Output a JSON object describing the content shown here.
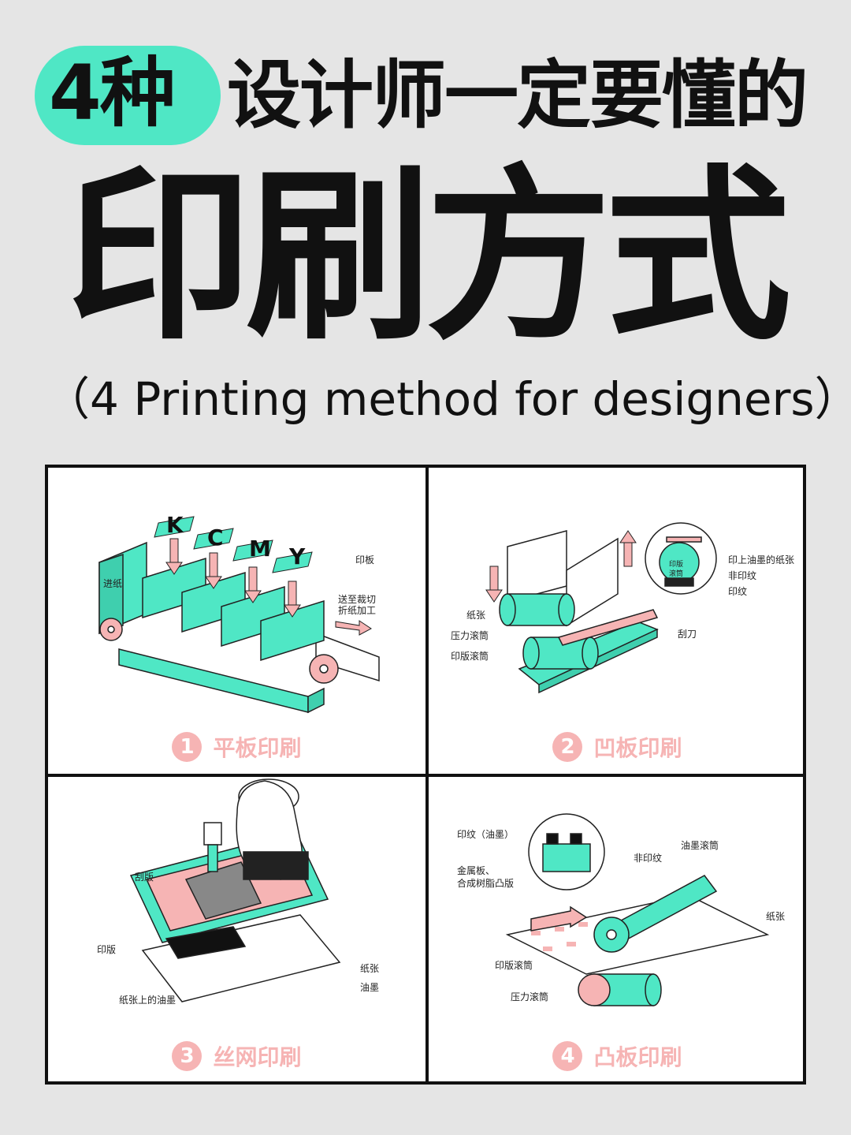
{
  "header": {
    "pill_text": "4种",
    "line1": "设计师一定要懂的",
    "main_title": "印刷方式",
    "subtitle": "（4 Printing method for designers）"
  },
  "colors": {
    "accent": "#4fe7c5",
    "pink": "#f6b4b4",
    "ink": "#111111",
    "background": "#e5e5e5"
  },
  "panels": [
    {
      "number": "1",
      "title": "平板印刷",
      "labels": {
        "k": "K",
        "c": "C",
        "m": "M",
        "y": "Y",
        "plate": "印板",
        "feed": "进纸",
        "out1": "送至裁切",
        "out2": "折纸加工"
      }
    },
    {
      "number": "2",
      "title": "凹板印刷",
      "labels": {
        "paper": "纸张",
        "pressure_roller": "压力滚筒",
        "plate_roller": "印版滚筒",
        "blade": "刮刀",
        "inked_paper": "印上油墨的纸张",
        "non_print": "非印纹",
        "print": "印纹",
        "drum1": "印版",
        "drum2": "滚筒"
      }
    },
    {
      "number": "3",
      "title": "丝网印刷",
      "labels": {
        "squeegee": "刮版",
        "plate": "印版",
        "paper": "纸张",
        "ink": "油墨",
        "ink_on_paper": "纸张上的油墨"
      }
    },
    {
      "number": "4",
      "title": "凸板印刷",
      "labels": {
        "print_ink": "印纹（油墨）",
        "non_print": "非印纹",
        "ink_roller": "油墨滚筒",
        "metal1": "金属板、",
        "metal2": "合成树脂凸版",
        "paper": "纸张",
        "plate_roller": "印版滚筒",
        "pressure_roller": "压力滚筒"
      }
    }
  ]
}
